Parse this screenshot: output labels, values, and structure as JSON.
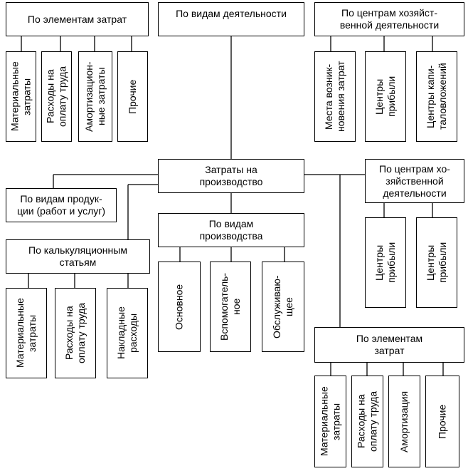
{
  "center": "Затраты на\nпроизводство",
  "top_left": {
    "title": "По элементам затрат",
    "items": [
      "Материальные\nзатраты",
      "Расходы на\nоплату труда",
      "Амортизацион-\nные затраты",
      "Прочие"
    ]
  },
  "top_middle": {
    "title": "По видам деятельности"
  },
  "top_right": {
    "title": "По центрам хозяйст-\nвенной деятельности",
    "items": [
      "Места возник-\nновения затрат",
      "Центры\nприбыли",
      "Центры капи-\nталовложений"
    ]
  },
  "left_products": {
    "title": "По видам продук-\nции (работ и услуг)"
  },
  "left_calc": {
    "title": "По калькуляционным\nстатьям",
    "items": [
      "Материальные\nзатраты",
      "Расходы на\nоплату труда",
      "Накладные\nрасходы"
    ]
  },
  "middle_prod": {
    "title": "По видам\nпроизводства",
    "items": [
      "Основное",
      "Вспомогатель-\nное",
      "Обслуживаю-\nщее"
    ]
  },
  "right_centers": {
    "title": "По центрам хо-\nзяйственной\nдеятельности",
    "items": [
      "Центры\nприбыли",
      "Центры\nприбыли"
    ]
  },
  "bottom_right": {
    "title": "По элементам\nзатрат",
    "items": [
      "Материальные\nзатраты",
      "Расходы на\nоплату труда",
      "Амортизация",
      "Прочие"
    ]
  }
}
